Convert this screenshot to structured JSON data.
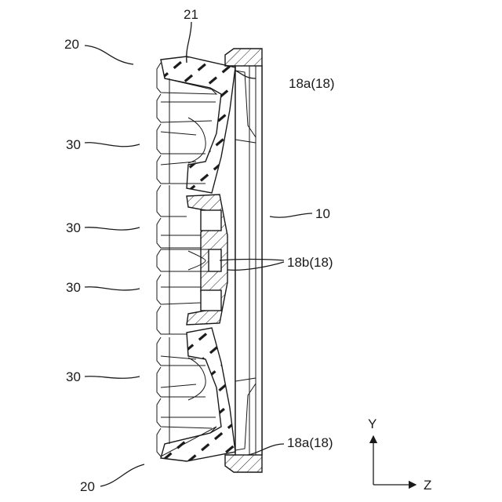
{
  "labels": {
    "upper_20": "20",
    "label_21": "21",
    "upper_18a": "18a(18)",
    "label_30_a": "30",
    "label_10": "10",
    "label_30_b": "30",
    "label_18b": "18b(18)",
    "label_30_c": "30",
    "label_30_d": "30",
    "lower_18a": "18a(18)",
    "lower_20": "20"
  },
  "axes": {
    "y_label": "Y",
    "z_label": "Z"
  },
  "colors": {
    "line": "#1a1a1a",
    "background": "#ffffff"
  }
}
